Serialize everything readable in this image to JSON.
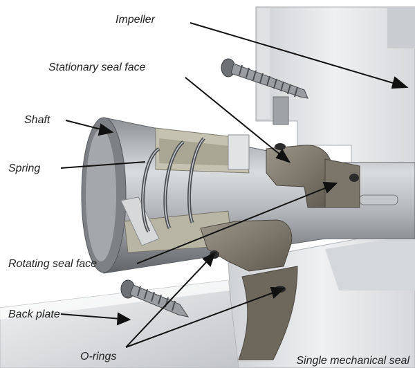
{
  "labels": {
    "impeller": "Impeller",
    "stationary_seal_face": "Stationary seal face",
    "shaft": "Shaft",
    "spring": "Spring",
    "rotating_seal_face": "Rotating seal face",
    "back_plate": "Back plate",
    "o_rings": "O-rings"
  },
  "caption": "Single mechanical seal",
  "colors": {
    "steel_light": "#e6e8ea",
    "steel_mid": "#b9bcc0",
    "steel_dark": "#6f7378",
    "seal_face": "#8a8478",
    "seal_face_dark": "#5d574e",
    "oring": "#2b2b2b",
    "leader": "#111111"
  }
}
